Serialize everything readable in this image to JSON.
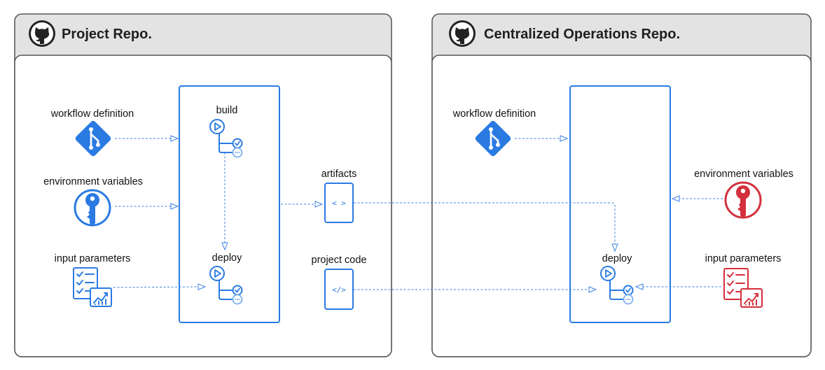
{
  "project_repo": {
    "title": "Project Repo.",
    "inputs": {
      "workflow_definition": "workflow definition",
      "environment_variables": "environment variables",
      "input_parameters": "input parameters"
    },
    "jobs": {
      "build": "build",
      "deploy": "deploy"
    }
  },
  "exchange": {
    "artifacts": {
      "label": "artifacts",
      "glyph": "< >"
    },
    "project_code": {
      "label": "project code",
      "glyph": "</>"
    }
  },
  "ops_repo": {
    "title": "Centralized Operations Repo.",
    "inputs": {
      "workflow_definition": "workflow definition",
      "environment_variables": "environment variables",
      "input_parameters": "input parameters"
    },
    "jobs": {
      "deploy": "deploy"
    }
  },
  "colors": {
    "header_bg": "#e3e3e3",
    "border": "#555555",
    "accent_blue": "#2a7ae2",
    "accent_red": "#d32f3c",
    "github_icon": "#222222"
  },
  "icons": {
    "repo_logo": "github-icon",
    "workflow": "git-branch-icon",
    "env": "key-icon",
    "params": "checklist-chart-icon",
    "job": "workflow-job-icon",
    "artifact": "code-file-icon"
  }
}
